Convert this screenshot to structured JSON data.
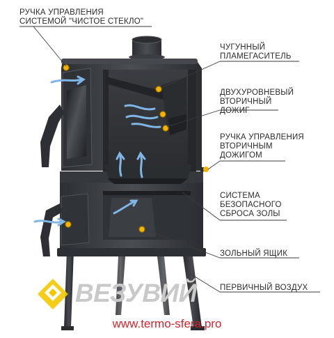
{
  "callouts": {
    "handle_clean_glass": "РУЧКА УПРАВЛЕНИЯ\nСИСТЕМОЙ \"ЧИСТОЕ СТЕКЛО\"",
    "cast_iron_baffle": "ЧУГУННЫЙ\nПЛАМЕГАСИТЕЛЬ",
    "secondary_burn": "ДВУХУРОВНЕВЫЙ\nВТОРИЧНЫЙ\nДОЖИГ",
    "handle_secondary": "РУЧКА УПРАВЛЕНИЯ\nВТОРИЧНЫМ\nДОЖИГОМ",
    "ash_system": "СИСТЕМА\nБЕЗОПАСНОГО\nСБРОСА ЗОЛЫ",
    "ash_box": "ЗОЛЬНЫЙ ЯЩИК",
    "primary_air": "ПЕРВИЧНЫЙ ВОЗДУХ"
  },
  "brand": {
    "name": "ВЕЗУВИЙ"
  },
  "website": "www.termo-sfera.pro",
  "colors": {
    "marker": "#f2b400",
    "airflow": "#7fb6e6",
    "site_text": "#d9232d",
    "logo_yellow": "#f3c800",
    "stove_body": "#3b3f43"
  },
  "icons": {
    "marker": "yellow-dot-icon",
    "airflow": "airflow-arrow-icon",
    "logo": "vesuvius-logo-icon"
  }
}
